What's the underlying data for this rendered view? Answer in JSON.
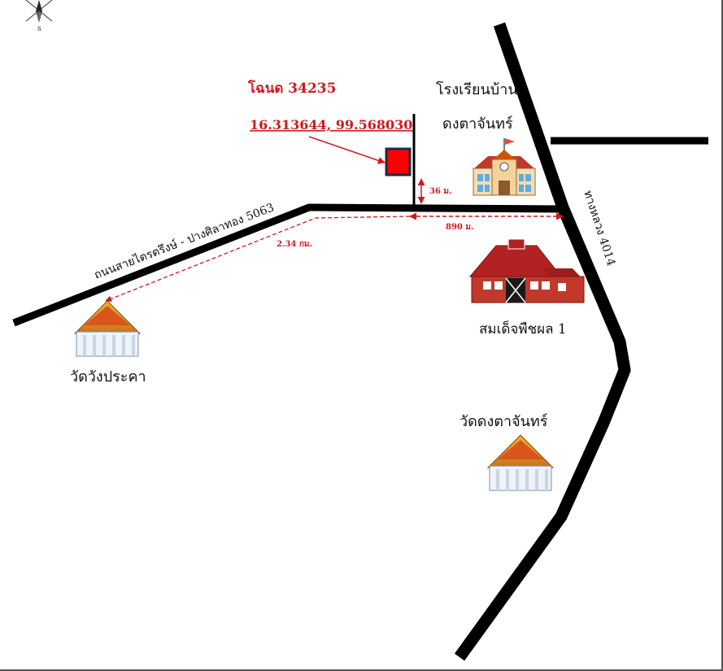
{
  "deed": {
    "label": "โฉนด 34235",
    "coords": "16.313644, 99.568030"
  },
  "roads": {
    "main_road_label": "ถนนสายไตรตรึงษ์ - ปางศิลาทอง 5063",
    "highway_label": "ทางหลวง 4014"
  },
  "distances": {
    "to_road": "36 ม.",
    "to_junction": "890 ม.",
    "to_temple": "2.34 กม."
  },
  "places": {
    "school_line1": "โรงเรียนบ้าน",
    "school_line2": "ดงตาจันทร์",
    "farm": "สมเด็จพืชผล 1",
    "temple_west": "วัดวังประคา",
    "temple_east": "วัดดงตาจันทร์"
  },
  "compass": {
    "south_letter": "S"
  },
  "colors": {
    "road": "#000000",
    "accent": "#d0191f",
    "plot_fill": "#ff0000",
    "plot_border": "#1f2a44"
  }
}
